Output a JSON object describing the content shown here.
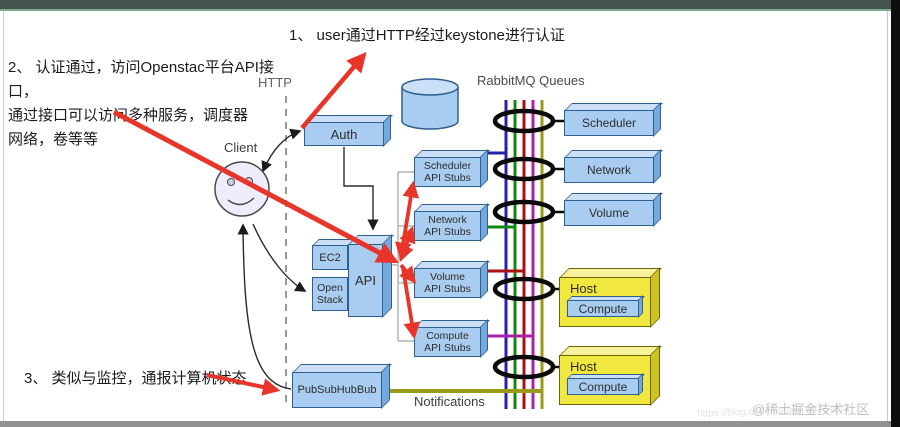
{
  "annotations": {
    "note1": "1、 user通过HTTP经过keystone进行认证",
    "note2": "2、 认证通过，访问Openstac平台API接口，\n通过接口可以访问多种服务，调度器\n网络，卷等等",
    "note3": "3、 类似与监控，通报计算机状态"
  },
  "watermark": {
    "text": "@稀土掘金技术社区",
    "url": "https://blog.csdn.net/qq_45714272"
  },
  "diagram": {
    "labels": {
      "http": "HTTP",
      "client": "Client",
      "rabbitmq": "RabbitMQ Queues",
      "notifications": "Notifications"
    },
    "nodes": {
      "auth": "Auth",
      "ec2": "EC2",
      "openstack": "Open\nStack",
      "api": "API",
      "scheduler_stub": "Scheduler\nAPI Stubs",
      "network_stub": "Network\nAPI Stubs",
      "volume_stub": "Volume\nAPI Stubs",
      "compute_stub": "Compute\nAPI Stubs",
      "scheduler": "Scheduler",
      "network": "Network",
      "volume": "Volume",
      "host1": "Host",
      "host1_compute": "Compute",
      "host2": "Host",
      "host2_compute": "Compute",
      "pubsub": "PubSubHubBub"
    },
    "colors": {
      "node_blue": "#a9cdf1",
      "node_yellow": "#f0e83e",
      "annotation_red": "#e8352a",
      "queue_line_blue": "#2222aa",
      "queue_line_green": "#118811",
      "queue_line_red": "#aa1111",
      "queue_line_magenta": "#aa22aa",
      "queue_line_olive": "#99991a"
    }
  }
}
